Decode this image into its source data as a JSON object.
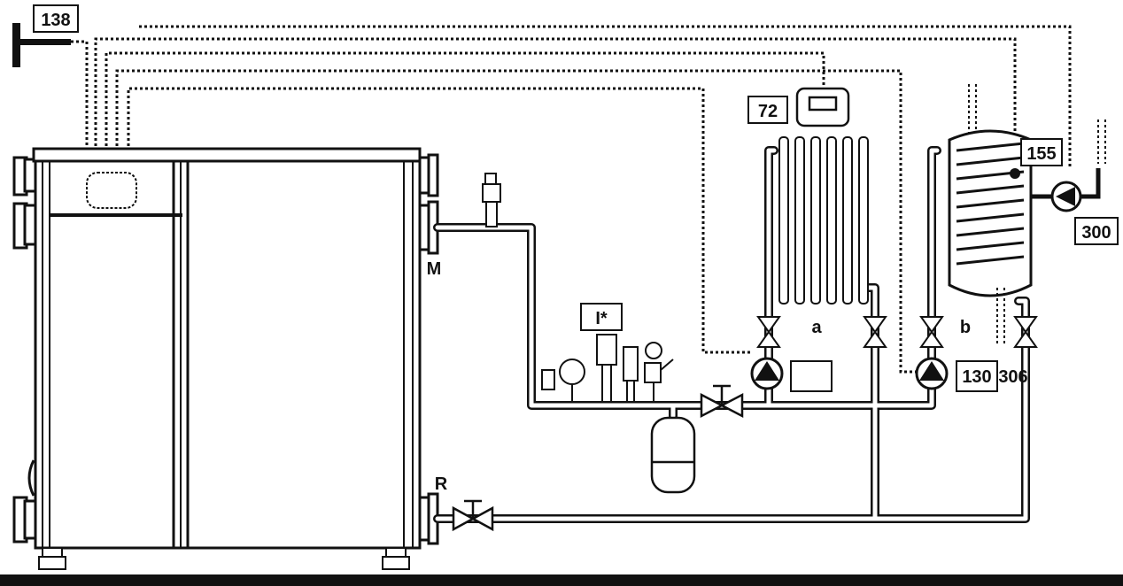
{
  "diagram": {
    "labels": {
      "sensor_outdoor": "138",
      "room_thermostat": "72",
      "dhw_sensor": "155",
      "recirc_pump": "300",
      "pump_b": "130",
      "pump_b2": "306",
      "safety_group": "I*",
      "outlet": "M",
      "return": "R",
      "circuit_a": "a",
      "circuit_b": "b"
    }
  }
}
